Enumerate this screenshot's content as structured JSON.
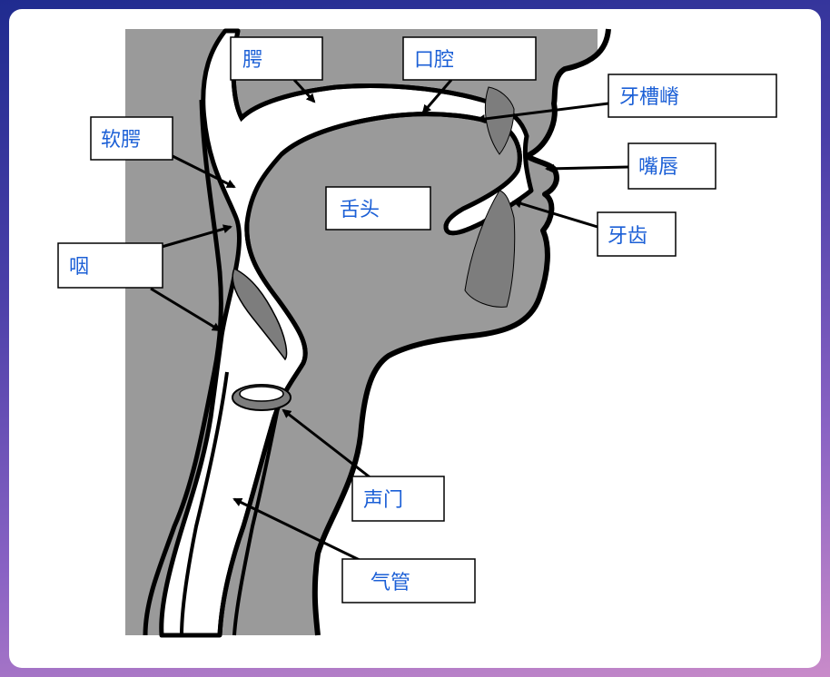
{
  "labels": {
    "palate": "腭",
    "oral_cavity": "口腔",
    "alveolar_ridge": "牙槽嵴",
    "soft_palate": "软腭",
    "lips": "嘴唇",
    "tongue": "舌头",
    "teeth": "牙齿",
    "pharynx": "咽",
    "glottis": "声门",
    "trachea": "气管"
  },
  "colors": {
    "tissue": "#9a9a9a",
    "airway": "#ffffff",
    "outline": "#000000",
    "label_text": "#1b5fd6",
    "teeth": "#7d7d7d"
  }
}
